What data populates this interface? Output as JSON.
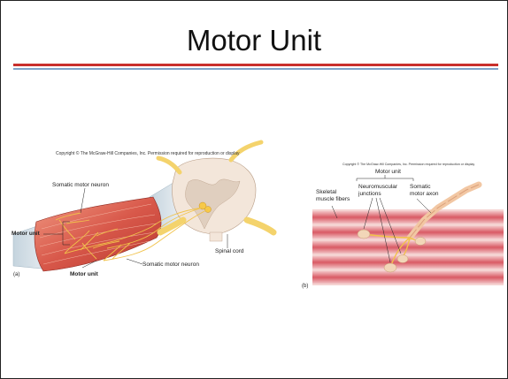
{
  "slide": {
    "title": "Motor Unit"
  },
  "figure_a": {
    "copyright": "Copyright © The McGraw-Hill Companies, Inc. Permission required for reproduction or display",
    "labels": {
      "somatic_motor_neuron_top": "Somatic motor neuron",
      "motor_unit_left": "Motor unit",
      "motor_unit_bottom": "Motor unit",
      "somatic_motor_neuron_bottom": "Somatic motor neuron",
      "spinal_cord": "Spinal cord"
    },
    "panel": "(a)"
  },
  "figure_b": {
    "copyright": "Copyright © The McGraw-Hill Companies, Inc. Permission required for reproduction or display",
    "labels": {
      "motor_unit": "Motor unit",
      "skeletal_line1": "Skeletal",
      "skeletal_line2": "muscle fibers",
      "nmj_line1": "Neuromuscular",
      "nmj_line2": "junctions",
      "axon_line1": "Somatic",
      "axon_line2": "motor axon"
    },
    "panel": "(b)"
  }
}
